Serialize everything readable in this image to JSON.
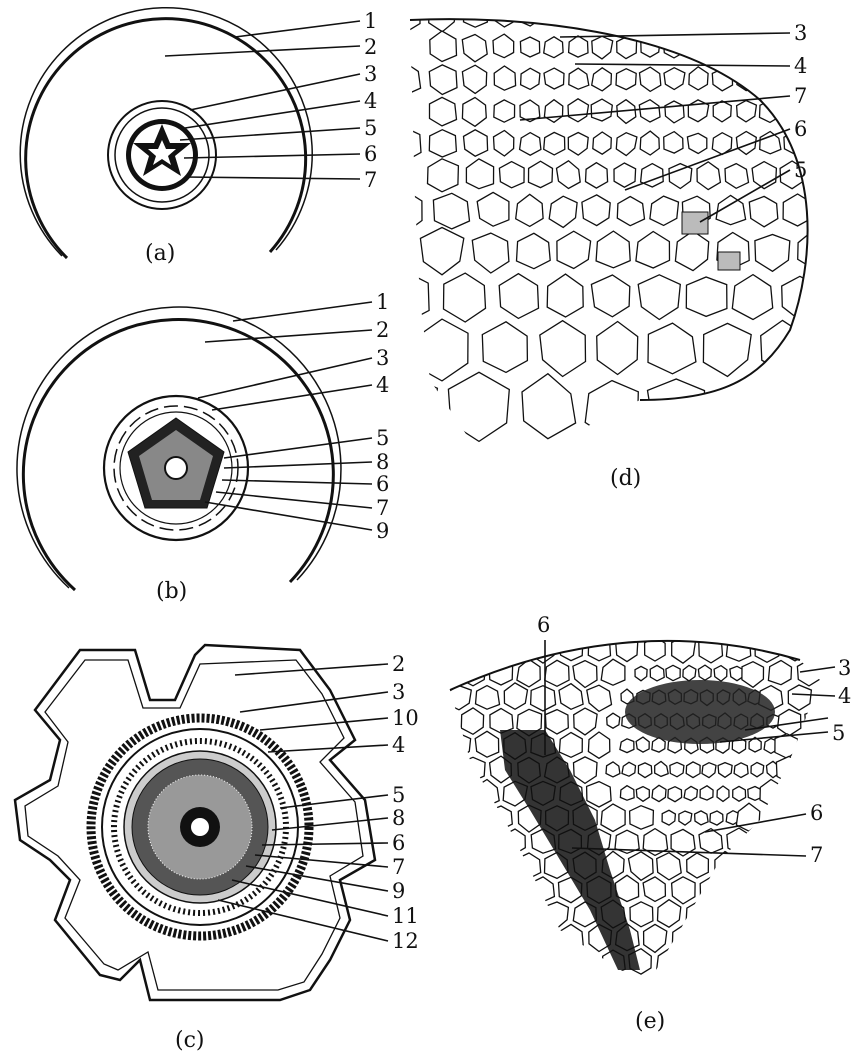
{
  "panels": [
    {
      "caption": "(a)",
      "labels": [
        "1",
        "2",
        "3",
        "4",
        "5",
        "6",
        "7"
      ]
    },
    {
      "caption": "(b)",
      "labels": [
        "1",
        "2",
        "3",
        "4",
        "5",
        "8",
        "6",
        "7",
        "9"
      ]
    },
    {
      "caption": "(c)",
      "labels": [
        "2",
        "3",
        "10",
        "4",
        "5",
        "8",
        "6",
        "7",
        "9",
        "11",
        "12"
      ]
    },
    {
      "caption": "(d)",
      "labels": [
        "3",
        "4",
        "7",
        "6",
        "5"
      ]
    },
    {
      "caption": "(e)",
      "labels": [
        "6",
        "3",
        "4",
        "5",
        "6",
        "7"
      ]
    }
  ]
}
